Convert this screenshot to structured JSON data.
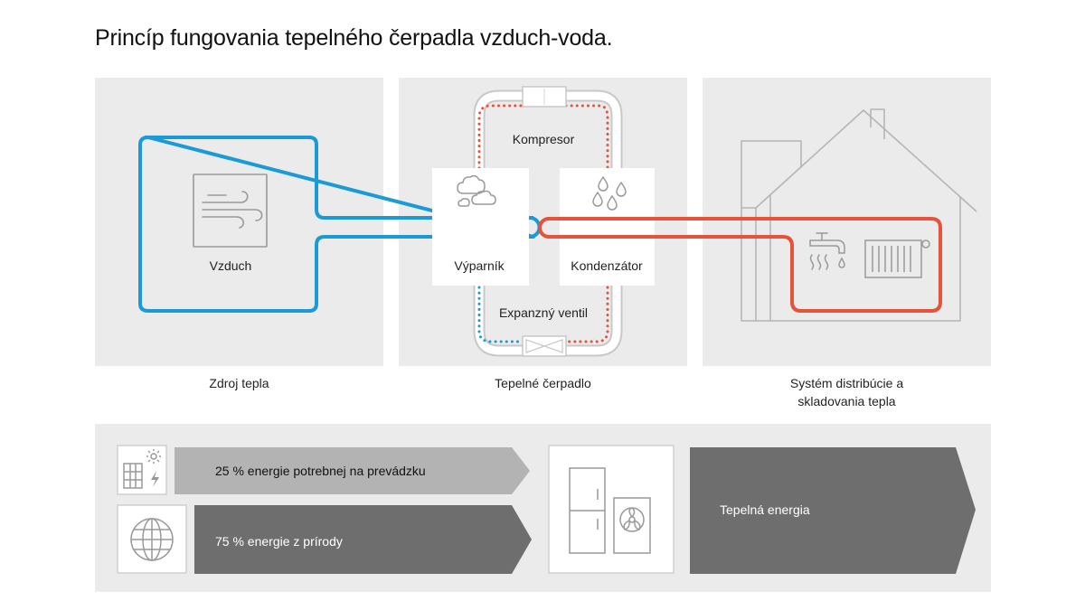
{
  "title": "Princíp fungovania tepelného čerpadla vzduch-voda.",
  "colors": {
    "cold_loop": "#1a9bd7",
    "hot_loop": "#e5533b",
    "panel_bg": "#ebebeb",
    "icon_stroke": "#999999",
    "arrow_light": "#b3b3b3",
    "arrow_dark": "#6e6e6e"
  },
  "panels": {
    "source": {
      "caption": "Zdroj tepla",
      "label": "Vzduch",
      "icon": "wind-icon"
    },
    "pump": {
      "caption": "Tepelné čerpadlo",
      "compressor": "Kompresor",
      "evaporator": "Výparník",
      "condenser": "Kondenzátor",
      "valve": "Expanzný ventil"
    },
    "house": {
      "caption_line1": "Systém distribúcie a",
      "caption_line2": "skladovania tepla",
      "icons": [
        "house-icon",
        "faucet-icon",
        "radiator-icon"
      ]
    }
  },
  "energy": {
    "operation_label": "25 % energie potrebnej na prevádzku",
    "nature_label": "75 % energie z prírody",
    "output_label": "Tepelná energia",
    "icons": [
      "solar-panel-icon",
      "globe-icon",
      "heat-pump-unit-icon"
    ]
  }
}
